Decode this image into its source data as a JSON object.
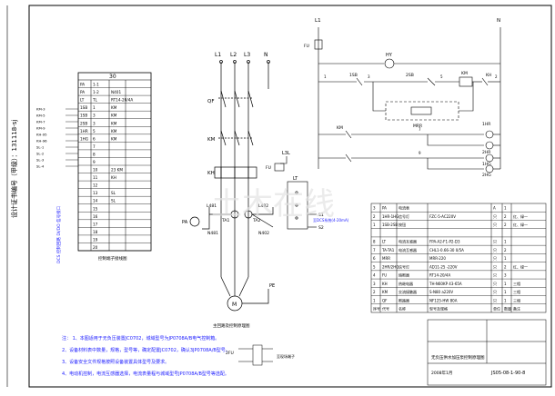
{
  "side_title": "设计证书编号（甲级）：131118-sj",
  "terminal": {
    "header": "30",
    "rows": [
      [
        "PA",
        "1-1",
        ""
      ],
      [
        "PA",
        "1-2",
        "N401"
      ],
      [
        "LT",
        "TL",
        "RT14-20/4A"
      ],
      [
        "1SB",
        "1",
        "KM"
      ],
      [
        "1SB",
        "3",
        "KM"
      ],
      [
        "2SB",
        "3",
        "KM"
      ],
      [
        "1HR",
        "5",
        "KM"
      ],
      [
        "1HG",
        "6",
        "KM"
      ],
      [
        "",
        "7",
        ""
      ],
      [
        "",
        "8",
        ""
      ],
      [
        "",
        "9",
        ""
      ],
      [
        "",
        "10",
        "23 KM"
      ],
      [
        "",
        "11",
        "KH"
      ],
      [
        "",
        "12",
        ""
      ],
      [
        "",
        "13",
        "SL"
      ],
      [
        "",
        "14",
        "SL"
      ],
      [
        "",
        "15",
        ""
      ],
      [
        "",
        "16",
        ""
      ],
      [
        "",
        "17",
        ""
      ],
      [
        "",
        "18",
        ""
      ],
      [
        "",
        "19",
        ""
      ],
      [
        "",
        "20",
        ""
      ]
    ],
    "caption": "控制端子接线图",
    "left_labels": [
      "KM-3",
      "KM-5",
      "KM-7",
      "KM-9",
      "KH-95",
      "KH-96",
      "SL-1",
      "SL-2",
      "SL-3",
      "SL-4"
    ],
    "side_note": "DCS 控制回路 DI/DO 信号接口"
  },
  "main_circuit": {
    "phases": [
      "L1",
      "L2",
      "L3",
      "N"
    ],
    "qf": "QF",
    "km": "KM",
    "kh": "KH",
    "ta": "TA1",
    "ta2": "TA2",
    "n1": "L481",
    "n2": "N481",
    "n3": "L482",
    "n4": "N402",
    "pa": "PA",
    "motor": "M",
    "pe": "PE",
    "caption": "主回路及控制原理图"
  },
  "level": {
    "fu": "FU",
    "lt": "LT",
    "l3l": "L3L",
    "s1": "S1",
    "s2": "S2",
    "dcs": "至DCS系统(4-20mA)"
  },
  "control": {
    "l": "L1",
    "n": "N",
    "fu": "FU",
    "hy": "HY",
    "sb1": "1SB",
    "sb2": "2SB",
    "km": "KM",
    "kh": "KH",
    "mrr": "MRR",
    "hr1": "1HR",
    "hr2": "2HR",
    "hg1": "1HG",
    "hg2": "2HG",
    "n1": "1",
    "n2": "3",
    "n3": "5",
    "n4": "7",
    "n5": "9",
    "n6": "2"
  },
  "bom": {
    "rows": [
      [
        "3",
        "PA",
        "电流表",
        "",
        "A",
        "1",
        ""
      ],
      [
        "2",
        "1HR-1HG",
        "信号灯",
        "FZC-5-AC220V",
        "只",
        "2",
        "红、绿一"
      ],
      [
        "1",
        "1SB-2SB",
        "按钮",
        "",
        "只",
        "2",
        "红、绿一"
      ],
      [
        "",
        "",
        "",
        "",
        "",
        "",
        ""
      ],
      [
        "8",
        "LT",
        "电流互感器",
        "FPA-A2-F1-P2-D3",
        "只",
        "1",
        ""
      ],
      [
        "7",
        "TA-TA1",
        "电流互感器",
        "CHL1-0.66-30 0/5A",
        "只",
        "2",
        ""
      ],
      [
        "6",
        "MRR",
        "",
        "MRR-220",
        "只",
        "1",
        ""
      ],
      [
        "5",
        "2HR/2HG",
        "信号灯",
        "AD11-25 -220V",
        "只",
        "2",
        "红、绿一"
      ],
      [
        "4",
        "FU",
        "熔断器",
        "RT14-20/4A",
        "只",
        "3",
        ""
      ],
      [
        "3",
        "KH",
        "热继电器",
        "TH-N60KP 43-65A",
        "只",
        "1",
        "三相"
      ],
      [
        "2",
        "KM",
        "交流接触器",
        "S-N80 a220V",
        "只",
        "1",
        "三相"
      ],
      [
        "1",
        "QF",
        "断路器",
        "NF125-HW 80A",
        "只",
        "1",
        "三相"
      ]
    ],
    "footer": [
      "序号",
      "代号",
      "名称",
      "型号及规格",
      "单位",
      "数量",
      "备注"
    ],
    "title": "无负压供水加压泵控制原理图",
    "drawing_no": "JS05-08-1-90-8",
    "date": "2008年1月"
  },
  "notes": [
    "注：  1、本图适用于无负压装置JC0702，城域型号为JP0708A/B电气控制箱。",
    "        2、设备材料表中数量，规格，型号等，确定配置JC0702，确认3JP0708A/B型号。",
    "        3、设备安全文件规格按照设备装置具体型号及要求。",
    "        4、电动机控制，电流互感器选择，电流表量程与城域型号JP0708A/B型号等选配。"
  ],
  "fragment": {
    "label": "2FU",
    "sub": "至现场端子"
  },
  "watermark": "土木在线"
}
